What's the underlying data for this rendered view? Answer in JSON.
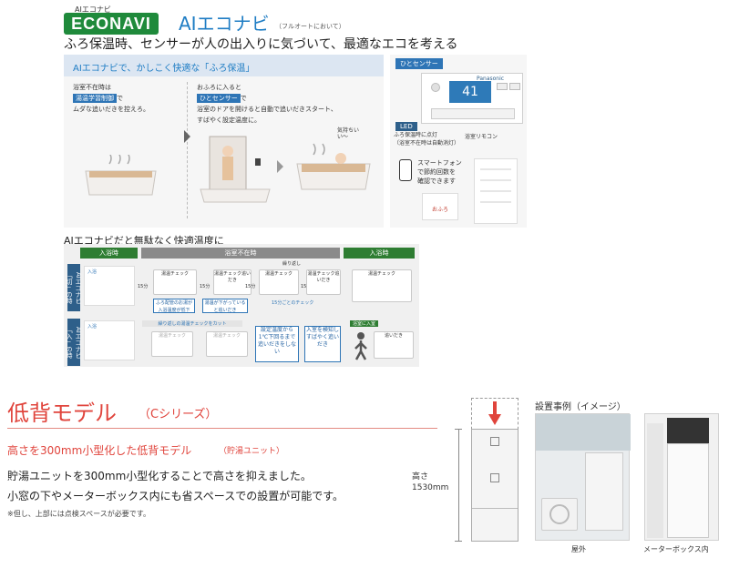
{
  "header": {
    "econavi_small": "AIエコナビ",
    "econavi_logo": "ECONAVI",
    "title": "AIエコナビ",
    "title_sub": "（フルオートにおいて）",
    "subheadline": "ふろ保温時、センサーが人の出入りに気づいて、最適なエコを考える"
  },
  "top_panel": {
    "bar": "AIエコナビで、かしこく快適な「ふろ保温」",
    "col1": {
      "line1": "浴室不在時は",
      "tag": "湯温学習制御",
      "line2_suffix": "で",
      "line3": "ムダな追いだきを控えろ。"
    },
    "col2": {
      "line1": "おふろに入ると",
      "tag": "ひとセンサー",
      "line2_suffix": "で",
      "line3": "浴室のドアを開けると自動で追いだきスタート、",
      "line4": "すばやく設定温度に。",
      "bubble": "気持ちいい〜"
    },
    "right": {
      "sensor_label": "ひとセンサー",
      "brand": "Panasonic",
      "display": "41",
      "led_label": "LED",
      "led_line1": "ふろ保温時に点灯",
      "led_line2": "（浴室不在時は自動消灯）",
      "remote_label": "浴室リモコン",
      "phone_line1": "スマートフォン",
      "phone_line2": "で節約回数を",
      "phone_line3": "確認できます",
      "phone_logo": "おふろ"
    }
  },
  "middle": {
    "title": "AIエコナビだと無駄なく快適温度に",
    "hdr_enter": "入浴時",
    "hdr_absent": "浴室不在時",
    "hdr_enter2": "入浴時",
    "row1_label": "AIエコナビ「切」の時",
    "row2_label": "AIエコナビ「入」の時",
    "repeat_label": "繰り返し",
    "enter": "入浴",
    "min15": "15分",
    "check": "湯温チェック",
    "check_reheat": "湯温チェック追いだき",
    "note_a": "ふろ配管のお湯が入浴温度が低下",
    "note_b": "湯温が下がっていると追いだき",
    "every15": "15分ごとのチェック",
    "skip_label": "繰り返しの湯温チェックをカット",
    "box1": "設定温度から1℃下回るまで追いだきをしない",
    "box2": "入室を検知しすばやく追いだき",
    "bath_enter": "浴室に入室",
    "reheat": "追いだき"
  },
  "lower": {
    "title": "低背モデル",
    "title_sub": "（Cシリーズ）",
    "subtitle": "高さを300mm小型化した低背モデル",
    "subtitle_small": "（貯湯ユニット）",
    "body1": "貯湯ユニットを300mm小型化することで高さを抑えました。",
    "body2": "小窓の下やメーターボックス内にも省スペースでの設置が可能です。",
    "note": "※但し、上部には点検スペースが必要です。",
    "height_label": "高さ",
    "height_value": "1530mm",
    "examples_title": "設置事例（イメージ）",
    "caption_outdoor": "屋外",
    "caption_meter": "メーターボックス内"
  },
  "colors": {
    "econavi_green": "#1f8a3b",
    "ai_blue": "#1f7dc4",
    "low_red": "#e0443c"
  }
}
